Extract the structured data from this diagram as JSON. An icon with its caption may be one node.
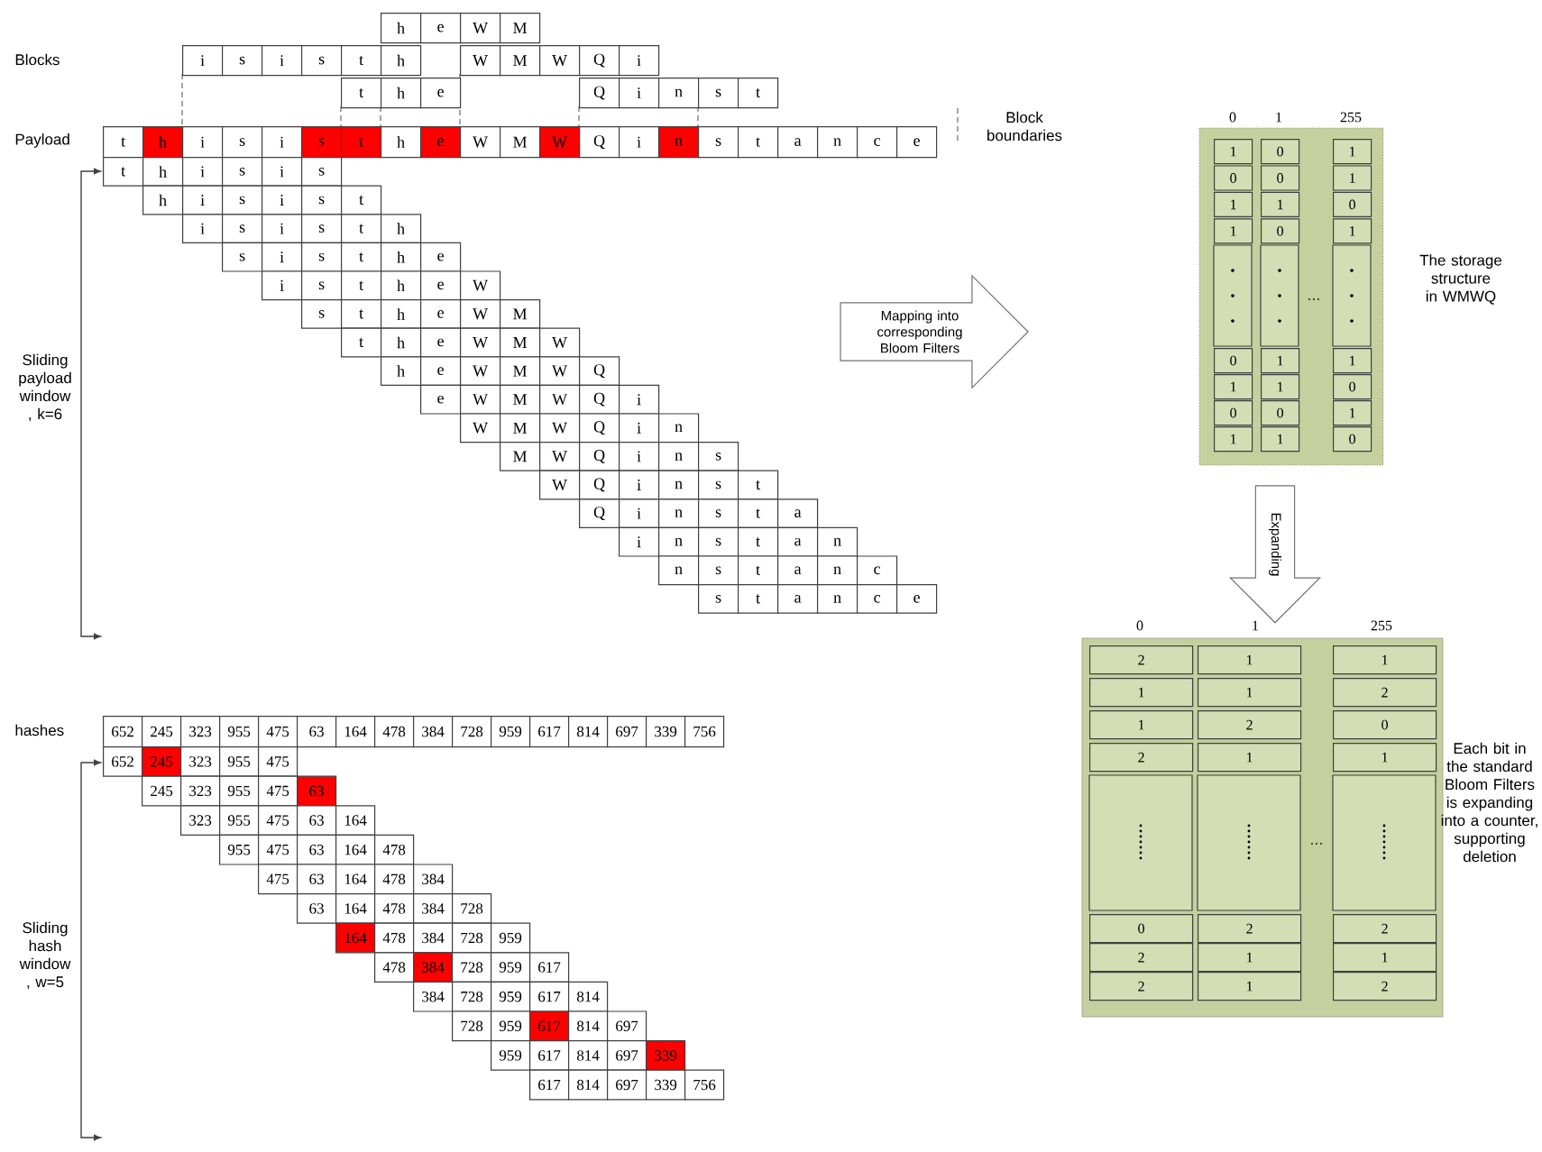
{
  "diagram": {
    "nodes": [
      {
        "text": [
          "Mapping into corresponding Bloom Filters"
        ]
      },
      {
        "text": [
          "Expanding"
        ]
      }
    ],
    "labels": [
      "Blocks",
      "h",
      "e",
      "W",
      "M",
      "i",
      "s",
      "i",
      "s",
      "t",
      "h",
      "W",
      "M",
      "W",
      "Q",
      "i",
      "t",
      "h",
      "e",
      "Q",
      "i",
      "n",
      "s",
      "t",
      "Payload",
      "t",
      "h",
      "i",
      "s",
      "i",
      "s",
      "t",
      "h",
      "e",
      "W",
      "M",
      "W",
      "Q",
      "i",
      "n",
      "s",
      "t",
      "a",
      "n",
      "c",
      "e",
      "t",
      "h",
      "i",
      "s",
      "i",
      "s",
      "h",
      "i",
      "s",
      "i",
      "s",
      "t",
      "i",
      "s",
      "i",
      "s",
      "t",
      "h",
      "s",
      "i",
      "s",
      "t",
      "h",
      "e",
      "i",
      "s",
      "t",
      "h",
      "e",
      "W",
      "s",
      "t",
      "h",
      "e",
      "W",
      "M",
      "t",
      "h",
      "e",
      "W",
      "M",
      "W",
      "h",
      "e",
      "W",
      "M",
      "W",
      "Q",
      "e",
      "W",
      "M",
      "W",
      "Q",
      "i",
      "W",
      "M",
      "W",
      "Q",
      "i",
      "n",
      "M",
      "W",
      "Q",
      "i",
      "n",
      "s",
      "W",
      "Q",
      "i",
      "n",
      "s",
      "t",
      "Q",
      "i",
      "n",
      "s",
      "t",
      "a",
      "i",
      "n",
      "s",
      "t",
      "a",
      "n",
      "n",
      "s",
      "t",
      "a",
      "n",
      "c",
      "s",
      "t",
      "a",
      "n",
      "c",
      "e",
      "Sliding payload window , k=6",
      "0",
      "1",
      "255",
      "1",
      "0",
      "1",
      "0",
      "0",
      "1",
      "1",
      "1",
      "0",
      "1",
      "0",
      "1",
      "0",
      "1",
      "1",
      "1",
      "1",
      "0",
      "0",
      "0",
      "1",
      "1",
      "1",
      "0",
      "The storage structure in WMWQ",
      "0",
      "1",
      "255",
      "2",
      "1",
      "1",
      "1",
      "1",
      "2",
      "1",
      "2",
      "0",
      "2",
      "1",
      "1",
      "0",
      "2",
      "2",
      "2",
      "1",
      "1",
      "2",
      "1",
      "2",
      "Each bit in the standard Bloom Filters is expanding into a counter, supporting deletion",
      "hashes",
      "652",
      "245",
      "323",
      "955",
      "475",
      "63",
      "164",
      "478",
      "384",
      "728",
      "959",
      "617",
      "814",
      "697",
      "339",
      "756",
      "652",
      "245",
      "323",
      "955",
      "475",
      "245",
      "323",
      "955",
      "475",
      "63",
      "323",
      "955",
      "475",
      "63",
      "164",
      "955",
      "475",
      "63",
      "164",
      "478",
      "475",
      "63",
      "164",
      "478",
      "384",
      "63",
      "164",
      "478",
      "384",
      "728",
      "164",
      "478",
      "384",
      "728",
      "959",
      "478",
      "384",
      "728",
      "959",
      "617",
      "384",
      "728",
      "959",
      "617",
      "814",
      "728",
      "959",
      "617",
      "814",
      "697",
      "959",
      "617",
      "814",
      "697",
      "339",
      "617",
      "814",
      "697",
      "339",
      "756",
      "Sliding hash window , w=5"
    ],
    "legend": [
      {
        "text": "Block boundaries"
      }
    ]
  }
}
